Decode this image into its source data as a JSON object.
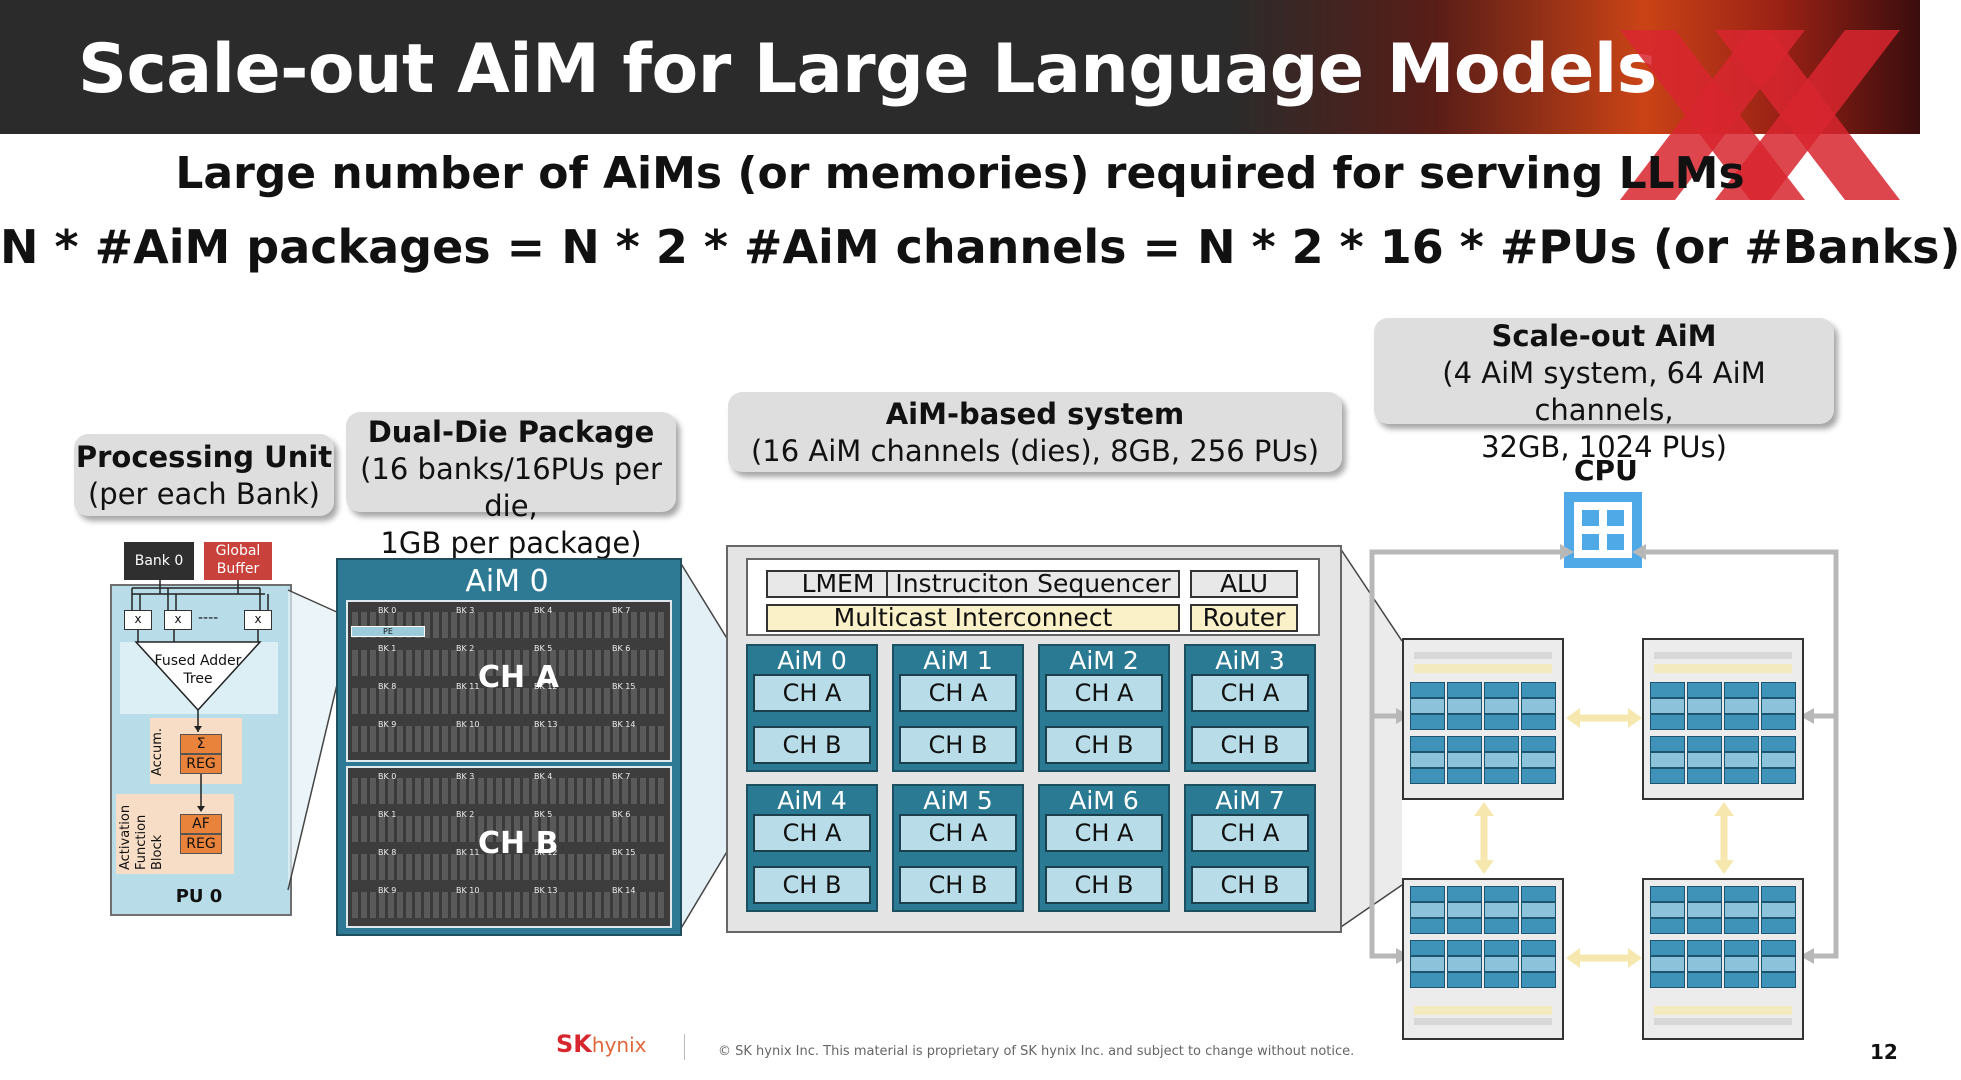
{
  "header": {
    "title": "Scale-out AiM for Large Language Models"
  },
  "subtitle": {
    "line1": "Large number of AiMs (or memories) required for serving LLMs",
    "line2": "N * #AiM packages = N * 2 * #AiM channels = N * 2 * 16 * #PUs (or #Banks)"
  },
  "pu": {
    "title": "Processing Unit",
    "desc": "(per each Bank)",
    "bank": "Bank 0",
    "global_l1": "Global",
    "global_l2": "Buffer",
    "x": "x",
    "dash": "----",
    "adder_l1": "Fused Adder",
    "adder_l2": "Tree",
    "accum": "Accum.",
    "sigma": "Σ",
    "reg": "REG",
    "act_l1": "Activation",
    "act_l2": "Function",
    "act_l3": "Block",
    "af": "AF",
    "name": "PU 0"
  },
  "package": {
    "title": "Dual-Die Package",
    "desc1": "(16 banks/16PUs per die,",
    "desc2": "1GB per package)",
    "die_title": "AiM 0",
    "ch_a": "CH A",
    "ch_b": "CH B",
    "pe": "PE",
    "banks_a": [
      "BK 0",
      "BK 3",
      "BK 4",
      "BK 7",
      "BK 1",
      "BK 2",
      "BK 5",
      "BK 6",
      "BK 8",
      "BK 11",
      "BK 12",
      "BK 15",
      "BK 9",
      "BK 10",
      "BK 13",
      "BK 14"
    ],
    "banks_b": [
      "BK 0",
      "BK 3",
      "BK 4",
      "BK 7",
      "BK 1",
      "BK 2",
      "BK 5",
      "BK 6",
      "BK 8",
      "BK 11",
      "BK 12",
      "BK 15",
      "BK 9",
      "BK 10",
      "BK 13",
      "BK 14"
    ]
  },
  "system": {
    "title": "AiM-based system",
    "desc": "(16 AiM channels (dies), 8GB, 256 PUs)",
    "lmem": "LMEM",
    "sequencer": "Instruciton Sequencer",
    "alu": "ALU",
    "multicast": "Multicast Interconnect",
    "router": "Router",
    "aims": [
      "AiM 0",
      "AiM 1",
      "AiM 2",
      "AiM 3",
      "AiM 4",
      "AiM 5",
      "AiM 6",
      "AiM 7"
    ],
    "ch_a": "CH A",
    "ch_b": "CH B"
  },
  "scaleout": {
    "title": "Scale-out AiM",
    "desc1": "(4 AiM system, 64 AiM channels,",
    "desc2": "32GB, 1024 PUs)",
    "cpu": "CPU"
  },
  "footer": {
    "brand_sk": "SK",
    "brand_hynix": "hynix",
    "notice": "© SK hynix Inc. This material is proprietary of SK hynix Inc. and subject to change without notice.",
    "page": "12"
  },
  "colors": {
    "accent_red": "#d8262f",
    "teal": "#2b7a93",
    "light_blue": "#b8dde8",
    "cpu_blue": "#4ea9e6"
  }
}
